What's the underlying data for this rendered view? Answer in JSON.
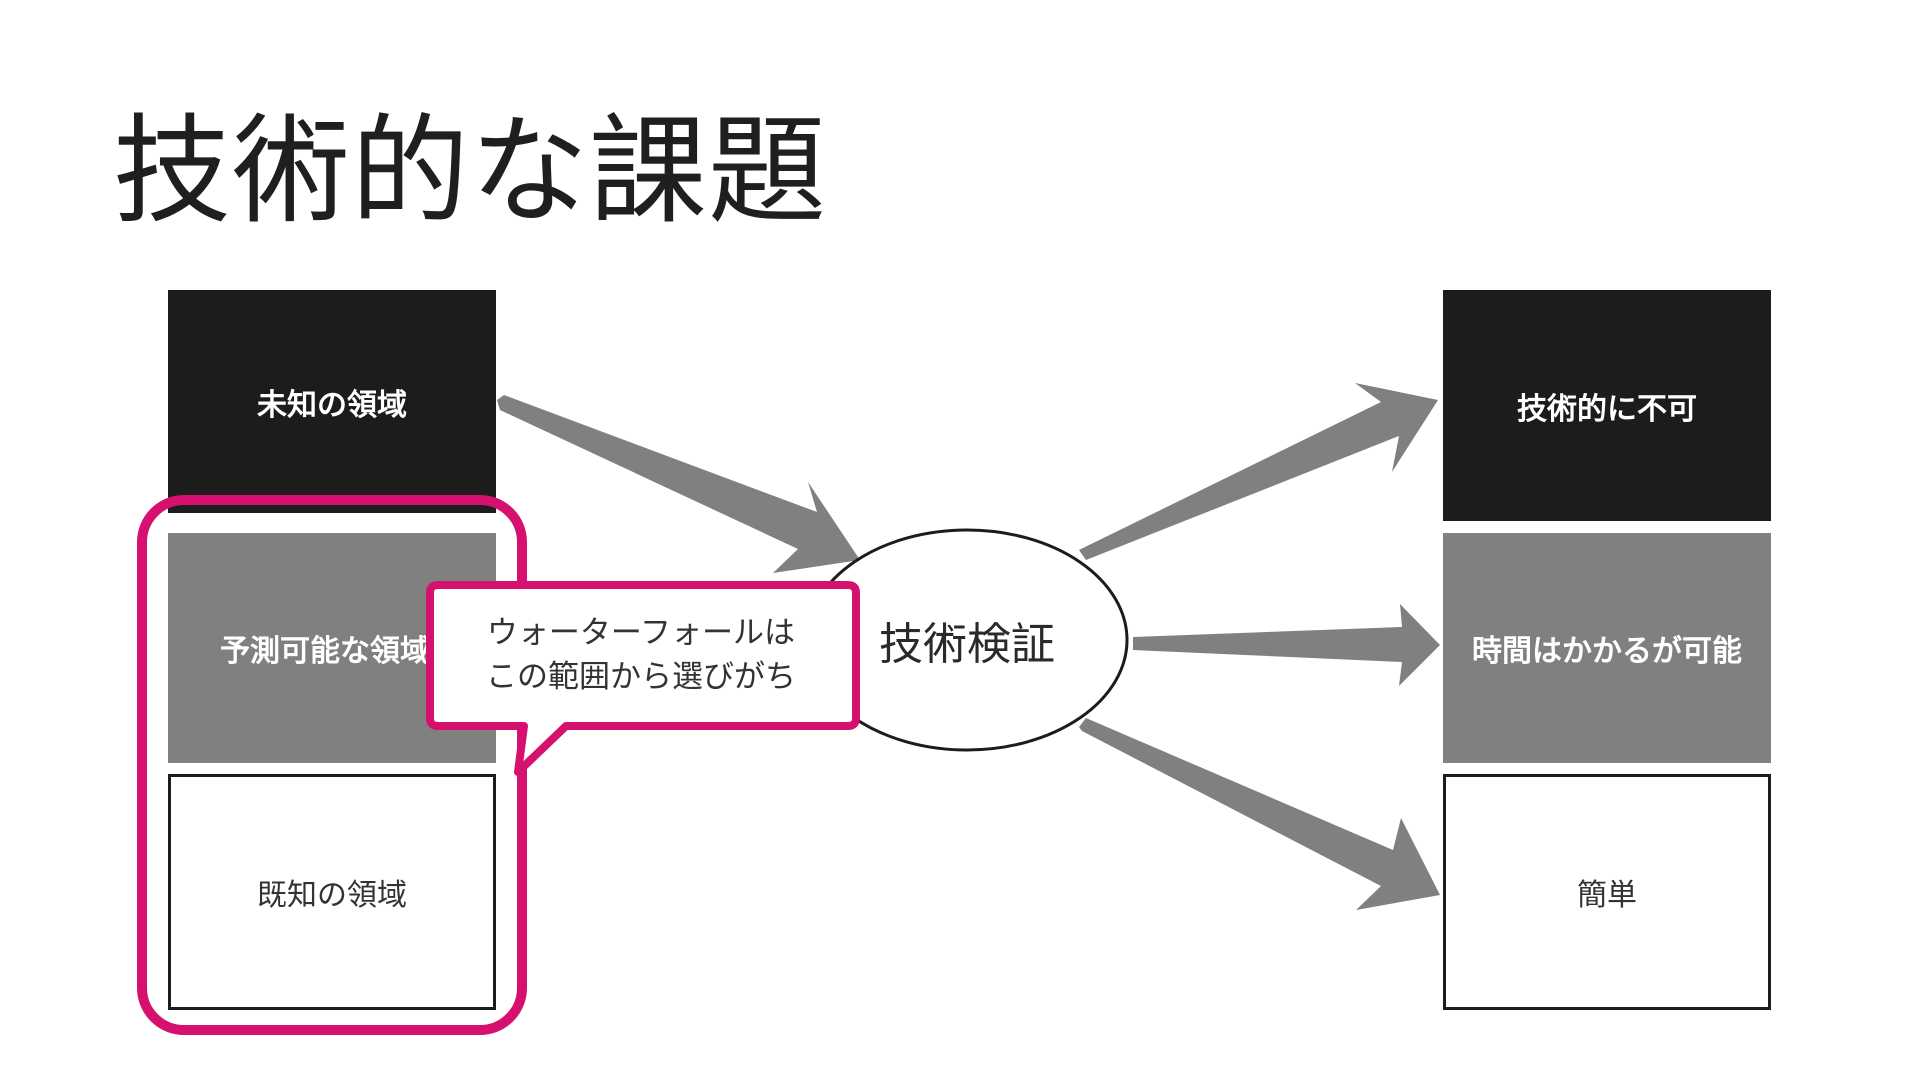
{
  "slide": {
    "title": "技術的な課題",
    "left_column": {
      "unknown_label": "未知の領域",
      "predictable_label": "予測可能な領域",
      "known_label": "既知の領域"
    },
    "center": {
      "verification_label": "技術検証"
    },
    "right_column": {
      "impossible_label": "技術的に不可",
      "takes_time_label": "時間はかかるが可能",
      "easy_label": "簡単"
    },
    "callout": {
      "line1": "ウォーターフォールは",
      "line2": "この範囲から選びがち"
    }
  },
  "colors": {
    "dark_box": "#1c1c1c",
    "mid_box": "#808080",
    "arrow": "#808080",
    "highlight": "#d6106e"
  }
}
